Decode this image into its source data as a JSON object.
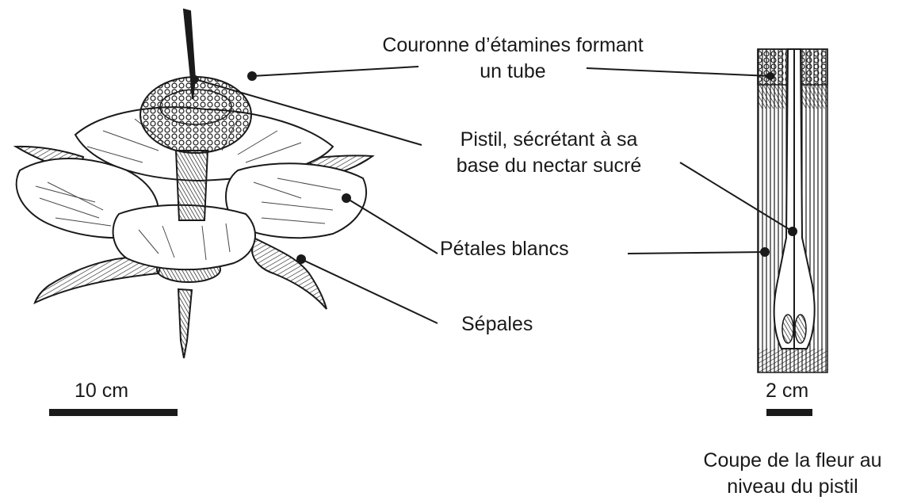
{
  "labels": {
    "stamens_line1": "Couronne d’étamines formant",
    "stamens_line2": "un tube",
    "pistil_line1": "Pistil, sécrétant à sa",
    "pistil_line2": "base du nectar sucré",
    "petals": "Pétales blancs",
    "sepals": "Sépales"
  },
  "scales": {
    "flower": "10 cm",
    "section": "2 cm"
  },
  "caption": {
    "line1": "Coupe de la fleur au",
    "line2": "niveau du pistil"
  },
  "colors": {
    "ink": "#1a1a1a",
    "background": "#ffffff"
  }
}
